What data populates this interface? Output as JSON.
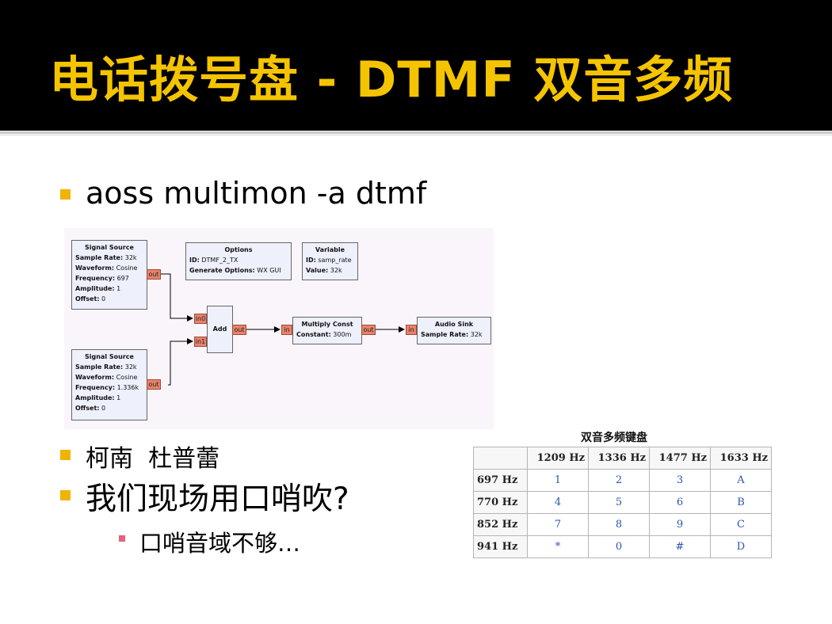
{
  "slide": {
    "title": "电话拨号盘 - DTMF 双音多频",
    "bullets": [
      {
        "text": "aoss multimon -a dtmf"
      },
      {
        "text": "柯南  杜普蕾"
      },
      {
        "text": "我们现场用口哨吹?"
      }
    ],
    "sub_bullet": "口哨音域不够…"
  },
  "colors": {
    "title": "#f5c400",
    "bullet": "#f0b400",
    "sub_bullet": "#e8607a"
  },
  "flowgraph": {
    "source1": {
      "title": "Signal Source",
      "lines": [
        {
          "k": "Sample Rate:",
          "v": " 32k"
        },
        {
          "k": "Waveform:",
          "v": " Cosine"
        },
        {
          "k": "Frequency:",
          "v": " 697"
        },
        {
          "k": "Amplitude:",
          "v": " 1"
        },
        {
          "k": "Offset:",
          "v": " 0"
        }
      ],
      "port": "out"
    },
    "source2": {
      "title": "Signal Source",
      "lines": [
        {
          "k": "Sample Rate:",
          "v": " 32k"
        },
        {
          "k": "Waveform:",
          "v": " Cosine"
        },
        {
          "k": "Frequency:",
          "v": " 1.336k"
        },
        {
          "k": "Amplitude:",
          "v": " 1"
        },
        {
          "k": "Offset:",
          "v": " 0"
        }
      ],
      "port": "out"
    },
    "options": {
      "title": "Options",
      "lines": [
        {
          "k": "ID:",
          "v": " DTMF_2_TX"
        },
        {
          "k": "Generate Options:",
          "v": " WX GUI"
        }
      ]
    },
    "variable": {
      "title": "Variable",
      "lines": [
        {
          "k": "ID:",
          "v": " samp_rate"
        },
        {
          "k": "Value:",
          "v": " 32k"
        }
      ]
    },
    "add": {
      "title": "Add",
      "in0": "in0",
      "in1": "in1",
      "out": "out"
    },
    "multiply": {
      "title": "Multiply Const",
      "lines": [
        {
          "k": "Constant:",
          "v": " 300m"
        }
      ],
      "in": "in",
      "out": "out"
    },
    "sink": {
      "title": "Audio Sink",
      "lines": [
        {
          "k": "Sample Rate:",
          "v": " 32k"
        }
      ],
      "in": "in"
    }
  },
  "keypad": {
    "caption": "双音多频键盘",
    "col_headers": [
      "1209 Hz",
      "1336 Hz",
      "1477 Hz",
      "1633 Hz"
    ],
    "rows": [
      {
        "label": "697 Hz",
        "keys": [
          "1",
          "2",
          "3",
          "A"
        ]
      },
      {
        "label": "770 Hz",
        "keys": [
          "4",
          "5",
          "6",
          "B"
        ]
      },
      {
        "label": "852 Hz",
        "keys": [
          "7",
          "8",
          "9",
          "C"
        ]
      },
      {
        "label": "941 Hz",
        "keys": [
          "*",
          "0",
          "#",
          "D"
        ]
      }
    ]
  }
}
